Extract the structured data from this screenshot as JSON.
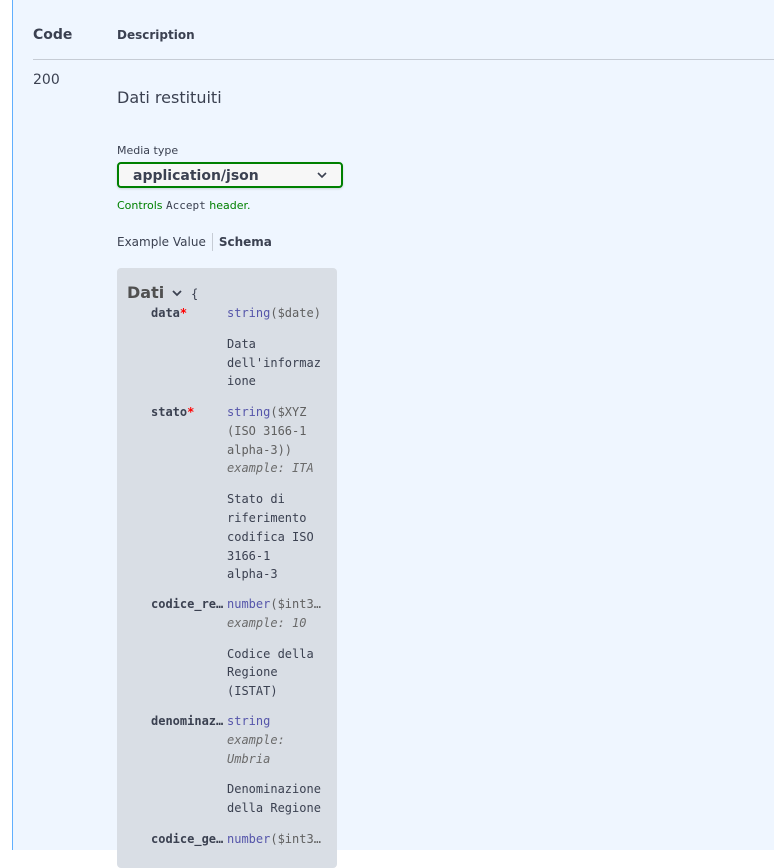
{
  "responses_header": {
    "code": "Code",
    "description": "Description"
  },
  "response": {
    "code": "200",
    "description": "Dati restituiti",
    "media_type_label": "Media type",
    "media_type_value": "application/json",
    "media_help_prefix": "Controls",
    "media_help_mono": "Accept",
    "media_help_suffix": "header.",
    "tabs": {
      "example": "Example Value",
      "schema": "Schema"
    }
  },
  "schema": {
    "title": "Dati",
    "open_brace": "{",
    "properties": [
      {
        "name": "data",
        "required": "*",
        "type": "string",
        "format": "($date)",
        "example": "",
        "description": [
          "Data",
          "dell'informaz",
          "ione"
        ]
      },
      {
        "name": "stato",
        "required": "*",
        "type": "string",
        "format_lines": [
          "($XYZ",
          "(ISO 3166-1",
          "alpha-3))"
        ],
        "example": "example: ITA",
        "description": [
          "Stato di",
          "riferimento",
          "codifica ISO",
          "3166-1",
          "alpha-3"
        ]
      },
      {
        "name": "codice_re…",
        "required": "",
        "type": "number",
        "format": "($int3…",
        "example": "example: 10",
        "description": [
          "Codice della",
          "Regione",
          "(ISTAT)"
        ]
      },
      {
        "name": "denominaz…",
        "required": "",
        "type": "string",
        "format": "",
        "example_lines": [
          "example:",
          "Umbria"
        ],
        "description": [
          "Denominazione",
          "della Regione"
        ]
      },
      {
        "name": "codice_ge…",
        "required": "",
        "type": "number",
        "format": "($int3…"
      }
    ]
  },
  "colors": {
    "panel_bg": "#eff6ff",
    "accent_border": "#61affe",
    "select_border": "#008000",
    "type_color": "#55a",
    "required": "#ff0000"
  }
}
